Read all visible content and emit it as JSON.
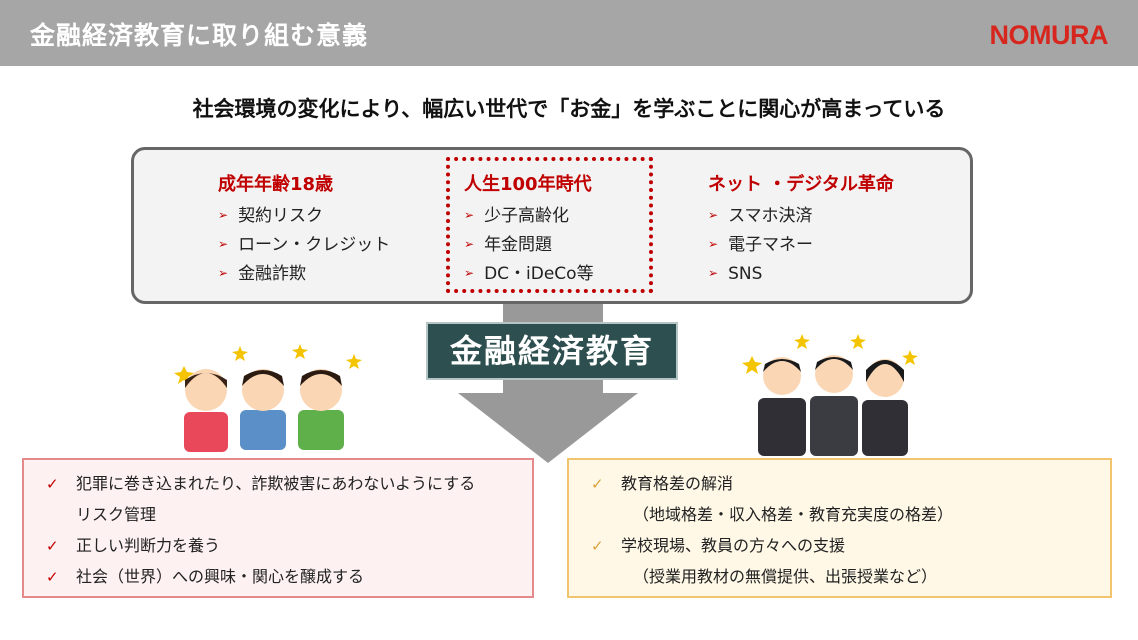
{
  "header": {
    "title": "金融経済教育に取り組む意義",
    "logo": "NOMURA"
  },
  "subtitle": "社会環境の変化により、幅広い世代で「お金」を学ぶことに関心が高まっている",
  "columns": [
    {
      "title": "成年年齢18歳",
      "items": [
        "契約リスク",
        "ローン・クレジット",
        "金融詐欺"
      ]
    },
    {
      "title": "人生100年時代",
      "items": [
        "少子高齢化",
        "年金問題",
        "DC・iDeCo等"
      ]
    },
    {
      "title": "ネット ・デジタル革命",
      "items": [
        "スマホ決済",
        "電子マネー",
        "SNS"
      ]
    }
  ],
  "center_label": "金融経済教育",
  "left_box": {
    "items": [
      "犯罪に巻き込まれたり、詐欺被害にあわないようにする",
      "リスク管理",
      "正しい判断力を養う",
      "社会（世界）への興味・関心を醸成する"
    ]
  },
  "right_box": {
    "items": [
      "教育格差の解消",
      "（地域格差・収入格差・教育充実度の格差）",
      "学校現場、教員の方々への支援",
      "（授業用教材の無償提供、出張授業など）"
    ]
  },
  "colors": {
    "header_bg": "#a6a6a6",
    "accent_red": "#c00000",
    "logo_red": "#d7261e",
    "center_bg": "#2e4f4f"
  }
}
